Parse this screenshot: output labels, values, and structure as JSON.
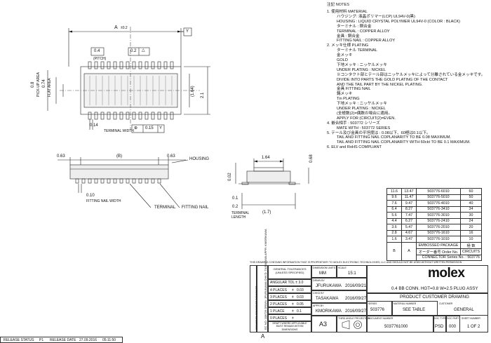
{
  "notes": {
    "title": "注記 NOTES",
    "lines": [
      "1.  使用材料 MATERIAL",
      "ハウジング: 液晶ポリマー(LCP) UL94V-0(黒)",
      "HOUSING : LIQUID CRYSTAL POLYMER UL94V-0 (COLOR : BLACK)",
      "ターミナル : 銅合金",
      "TERMINAL : COPPER ALLOY",
      "金具 : 銅合金",
      "FITTING NAIL : COPPER ALLOY",
      "2.  メッキ仕様 PLATING",
      "ターミナル TERMINAL",
      "金メッキ",
      "GOLD",
      "下地メッキ : ニッケルメッキ",
      "UNDER PLATING : NICKEL",
      "※コンタクト部とテール部はニッケルメッキによって分離されている金メッキです。",
      "DIVIDE INTO PARTS THE GOLD PLATING OF THE CONTACT",
      "AND THE TAIL PART BY THE NICKEL PLATING.",
      "金具 FITTING NAIL",
      "錫メッキ",
      "Tin PLATING",
      "下地メッキ : ニッケルメッキ",
      "UNDER PLATING : NICKEL",
      "(全極数(2)=偶数の場合に適用。",
      "APPLY FOR (CIRCUIT(2)=EVEN.",
      "4.  嵌合相手 : 503772  シリーズ",
      "MATE WITH : 503772 SERIES",
      "5.  テール及び金具の平坦度は : 0.08以下、60極は0.1以下。",
      "TAIL AND FITTING NAIL COPLANARITY TO BE 0.08 MAXIMUM.",
      "TAIL AND FITTING NAIL COPLANARITY WITH 60ckt TO BE 0.1 MAXIMUM.",
      "6.  ELV and RoHS COMPLIANT"
    ]
  },
  "table": {
    "rows": [
      [
        "11.6",
        "13.47",
        "503776-6010",
        "60"
      ],
      [
        "9.6",
        "11.47",
        "503776-5010",
        "50"
      ],
      [
        "7.6",
        "9.47",
        "503776-4010",
        "40"
      ],
      [
        "6.4",
        "8.27",
        "503776-3410",
        "34"
      ],
      [
        "5.6",
        "7.47",
        "503776-3010",
        "30"
      ],
      [
        "4.4",
        "6.27",
        "503776-2410",
        "24"
      ],
      [
        "3.6",
        "5.47",
        "503776-2010",
        "20"
      ],
      [
        "2.8",
        "4.67",
        "503776-1610",
        "16"
      ],
      [
        "1.6",
        "3.47",
        "503776-1010",
        "10"
      ]
    ],
    "header_embossed": "EMBOSSED PACKAGE",
    "header_order": "オーダー番号 Order No.",
    "header_poles": "極 数",
    "header_circuits": "CIRCUITS",
    "col_b": "B",
    "col_a": "A",
    "connector_series": "CONNECTOR Series No. : 503776"
  },
  "drawing": {
    "dim_a": "A",
    "dim_a_tol": "±0.2",
    "dim_y": "Y",
    "dim_04": "0.4",
    "dim_pitch": "(PITCH)",
    "dim_02": "0.2",
    "dim_08": "0.8",
    "pickup": "PICK-UP AREA",
    "dim_074": "0.74",
    "flat_area": "FLAT AREA",
    "dim_164": "(1.64)",
    "dim_21": "2.1",
    "dim_014": "0.14",
    "terminal_width": "TERMINAL WIDTH",
    "dim_015": "0.15",
    "dim_063_l": "0.63",
    "dim_b": "(B)",
    "dim_063_r": "0.63",
    "housing": "HOUSING",
    "dim_010": "0.10",
    "fitting_nail_width": "FITTING NAIL WIDTH",
    "terminal": "TERMINAL",
    "fitting_nail": "FITTING NAIL",
    "dim_164b": "1.64",
    "dim_068": "0.68",
    "dim_002": "0.02",
    "dim_01": "0.1",
    "dim_02b": "0.2",
    "terminal_length": "TERMINAL LENGTH",
    "dim_17": "(1.7)",
    "tol_02": "±0.2",
    "tol_01": "±0.1",
    "tol_005": "±0.05"
  },
  "title_block": {
    "banner": "THIS DRAWING CONTAINS INFORMATION THAT IS PROPRIETARY TO MOLEX ELECTRONIC TECHNOLOGIES, LLC AND SHOULD NOT BE USED WITHOUT WRITTEN PERMISSION",
    "general_tol": "GENERAL TOLERANCES (UNLESS SPECIFIED)",
    "angular": "ANGULAR TOL ±  3.0",
    "places": [
      [
        "4 PLACES",
        "±",
        "0.03"
      ],
      [
        "3 PLACES",
        "±",
        "0.03"
      ],
      [
        "2 PLACES",
        "±",
        "0.05"
      ],
      [
        "1 PLACE",
        "±",
        "0.1"
      ],
      [
        "0 PLACES",
        "±",
        ""
      ]
    ],
    "draft": "DRAFT WHERE APPLICABLE MUST REMAIN WITHIN DIMENSIONS",
    "dim_units_label": "DIMENSION UNITS",
    "dim_units": "MM",
    "scale_label": "SCALE",
    "scale": "15:1",
    "drawn_by_label": "DRWN BY",
    "drawn_by": "JFURUKAWA",
    "drawn_date": "2016/09/21",
    "checked_by_label": "CHKD BY",
    "checked_by": "TASAKAWA",
    "checked_date": "2016/09/27",
    "approved_by_label": "APPR BY",
    "approved_by": "KMORIKAWA",
    "approved_date": "2016/09/27",
    "sheet_size": "A3",
    "third_angle": "THIRD ANGLE PROJECTION",
    "brand": "molex",
    "description": "0.4 BB CONN. HGT=0.8 W=2.5 PLUG ASSY",
    "doc_title": "PRODUCT CUSTOMER DRAWING",
    "series_label": "SERIES",
    "series": "503776",
    "material_label": "MATERIAL NUMBER",
    "material": "SEE TABLE",
    "customer_label": "CUSTOMER",
    "customer": "GENERAL",
    "document_number_label": "DOCUMENT NUMBER",
    "document_number": "5037761000",
    "doc_type_label": "DOC TYPE",
    "doc_type": "PSD",
    "doc_part_label": "DOC PART",
    "doc_part": "000",
    "sheet_label": "SHEET NUMBER",
    "sheet": "1 OF 2",
    "rev": "A",
    "ecn_side": "EC NO: 108729  DRWN: JFURUKAWA  CHK'D: TASAKAWA  APPR: KMORIKAWA",
    "dates_side": "2016/09/21  2016/09/27  2016/09/27"
  },
  "release_bar": {
    "status_label": "RELEASE STATUS",
    "status": "P1",
    "date_label": "RELEASE DATE",
    "date": "27.09.2016",
    "time": "05:11:50"
  }
}
